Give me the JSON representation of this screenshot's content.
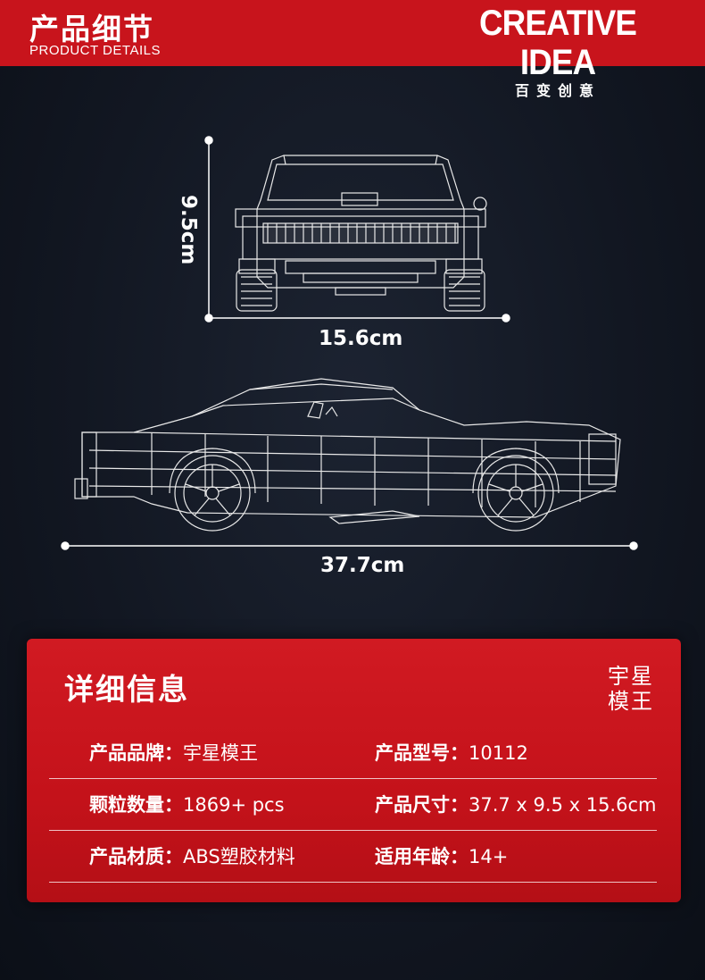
{
  "header": {
    "title_cn": "产品细节",
    "title_en": "PRODUCT DETAILS",
    "brand_en": "CREATIVE IDEA",
    "brand_cn": "百变创意"
  },
  "dimensions": {
    "height_label": "9.5cm",
    "width_label": "15.6cm",
    "length_label": "37.7cm"
  },
  "details": {
    "title": "详细信息",
    "stamp_line1": "宇星",
    "stamp_line2": "模王",
    "rows": [
      {
        "left_label": "产品品牌：",
        "left_value": "宇星模王",
        "right_label": "产品型号：",
        "right_value": "10112"
      },
      {
        "left_label": "颗粒数量：",
        "left_value": "1869+ pcs",
        "right_label": "产品尺寸：",
        "right_value": "37.7 x 9.5 x 15.6cm"
      },
      {
        "left_label": "产品材质：",
        "left_value": "ABS塑胶材料",
        "right_label": "适用年龄：",
        "right_value": "14+"
      }
    ]
  },
  "colors": {
    "brand_red": "#c8141c",
    "background": "#121722",
    "line_art": "#ffffff"
  },
  "icons": {
    "front_view": "car-front-line-drawing",
    "side_view": "car-side-line-drawing"
  }
}
